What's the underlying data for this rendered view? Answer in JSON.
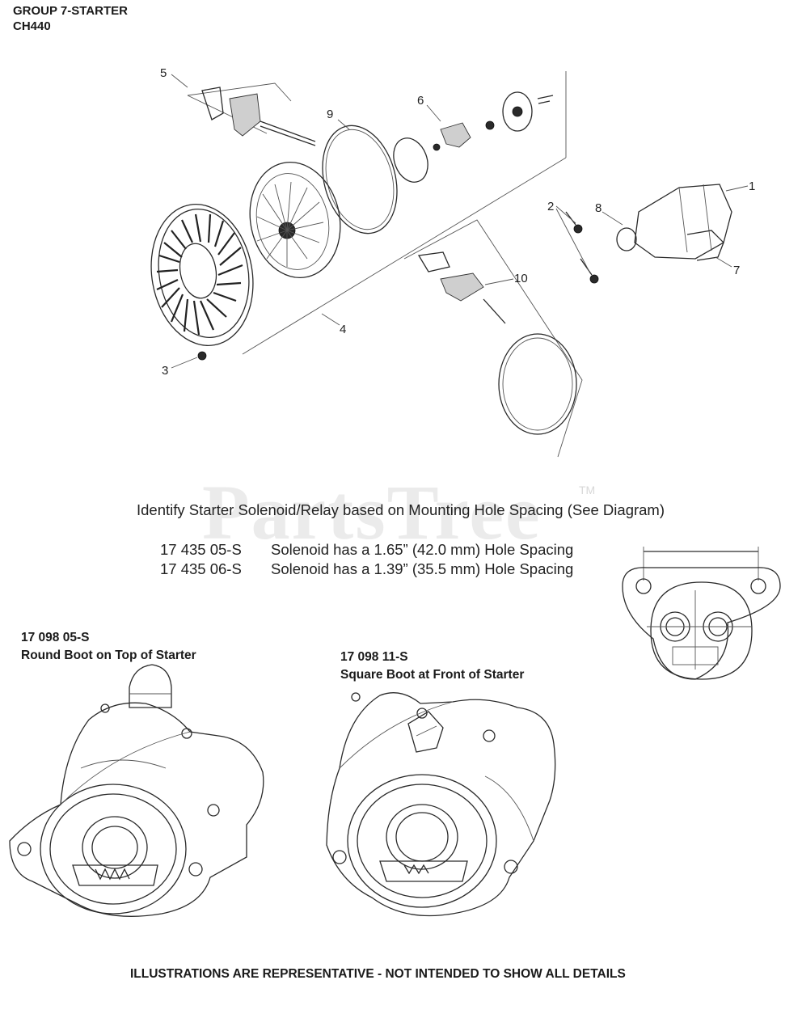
{
  "header": {
    "line1": "GROUP 7-STARTER",
    "line2": "CH440"
  },
  "callouts": [
    "5",
    "9",
    "6",
    "1",
    "2",
    "8",
    "7",
    "10",
    "4",
    "3"
  ],
  "watermark": {
    "text": "PartsTree",
    "tm": "TM"
  },
  "identify_text": "Identify Starter Solenoid/Relay based on Mounting Hole Spacing (See Diagram)",
  "solenoids": [
    {
      "part": "17 435 05-S",
      "desc": "Solenoid has a 1.65” (42.0 mm) Hole Spacing"
    },
    {
      "part": "17 435 06-S",
      "desc": "Solenoid has a 1.39” (35.5 mm) Hole Spacing"
    }
  ],
  "variants": [
    {
      "part": "17 098 05-S",
      "desc": "Round Boot on Top of Starter"
    },
    {
      "part": "17 098 11-S",
      "desc": "Square Boot at Front of Starter"
    }
  ],
  "footer": "ILLUSTRATIONS ARE REPRESENTATIVE - NOT INTENDED TO SHOW ALL DETAILS"
}
